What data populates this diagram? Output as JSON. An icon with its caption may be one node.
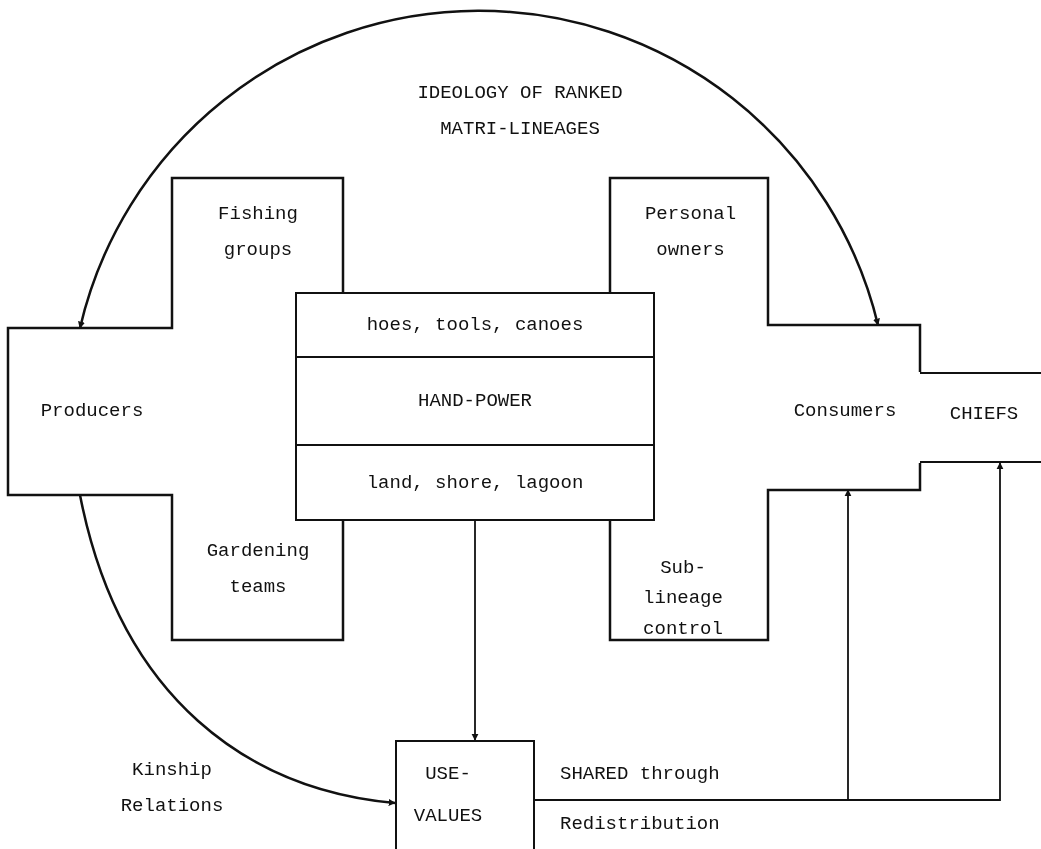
{
  "diagram": {
    "nodes": [
      {
        "text": [
          "Fishing groups",
          "Producers",
          "Gardening teams"
        ]
      },
      {
        "text": [
          "hoes, tools, canoes",
          "HAND-POWER",
          "land, shore, lagoon"
        ]
      },
      {
        "text": [
          "Personal owners",
          "Consumers",
          "Sub- lineage control"
        ]
      },
      {
        "text": [
          "CHIEFS"
        ]
      },
      {
        "text": [
          "USE- VALUES"
        ]
      }
    ],
    "edges": [
      {
        "from": 0,
        "to": 2,
        "arrow": "both",
        "label": "IDEOLOGY OF RANKED MATRI-LINEAGES"
      },
      {
        "from": 0,
        "to": 4,
        "arrow": "to",
        "label": "Kinship Relations"
      },
      {
        "from": 1,
        "to": 4,
        "arrow": "to"
      },
      {
        "from": 4,
        "to": 2,
        "arrow": "to",
        "label": "SHARED through"
      },
      {
        "from": 4,
        "to": 3,
        "arrow": "to",
        "label": "Redistribution"
      }
    ]
  }
}
